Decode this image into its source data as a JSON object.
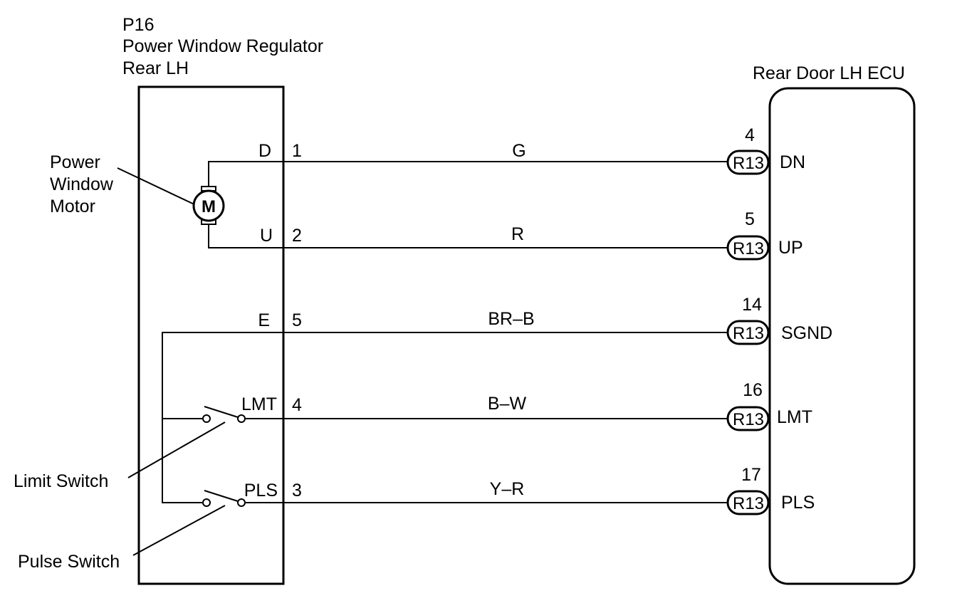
{
  "regulator": {
    "code": "P16",
    "title_line1": "Power Window Regulator",
    "title_line2": "Rear LH"
  },
  "ecu": {
    "title": "Rear Door LH ECU"
  },
  "motor": {
    "label_line1": "Power",
    "label_line2": "Window",
    "label_line3": "Motor",
    "symbol": "M"
  },
  "switches": {
    "limit_label": "Limit Switch",
    "pulse_label": "Pulse Switch"
  },
  "connector": "R13",
  "wires": [
    {
      "term": "D",
      "pin": "1",
      "color": "G",
      "ecu_pin": "4",
      "ecu_term": "DN"
    },
    {
      "term": "U",
      "pin": "2",
      "color": "R",
      "ecu_pin": "5",
      "ecu_term": "UP"
    },
    {
      "term": "E",
      "pin": "5",
      "color": "BR–B",
      "ecu_pin": "14",
      "ecu_term": "SGND"
    },
    {
      "term": "LMT",
      "pin": "4",
      "color": "B–W",
      "ecu_pin": "16",
      "ecu_term": "LMT"
    },
    {
      "term": "PLS",
      "pin": "3",
      "color": "Y–R",
      "ecu_pin": "17",
      "ecu_term": "PLS"
    }
  ]
}
